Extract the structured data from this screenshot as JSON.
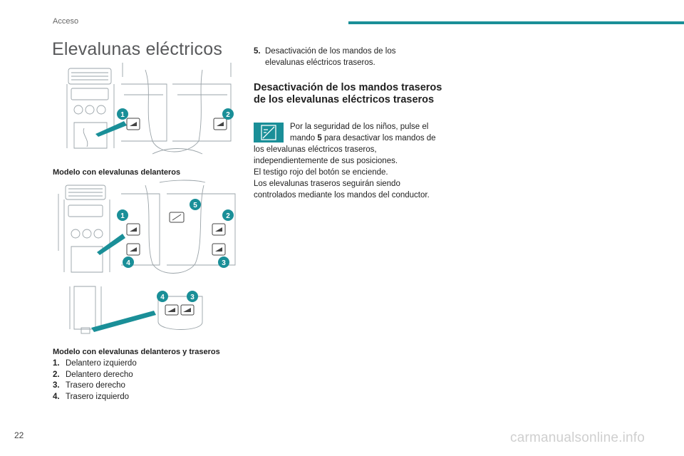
{
  "header": {
    "section": "Acceso"
  },
  "title": "Elevalunas eléctricos",
  "figures": {
    "front_caption": "Modelo con elevalunas delanteros",
    "front_rear_caption": "Modelo con elevalunas delanteros y traseros",
    "badges": [
      "1",
      "2",
      "3",
      "4",
      "5"
    ]
  },
  "legend": [
    {
      "num": "1.",
      "text": "Delantero izquierdo"
    },
    {
      "num": "2.",
      "text": "Delantero derecho"
    },
    {
      "num": "3.",
      "text": "Trasero derecho"
    },
    {
      "num": "4.",
      "text": "Trasero izquierdo"
    }
  ],
  "right": {
    "item5": {
      "num": "5.",
      "text": "Desactivación de los mandos de los elevalunas eléctricos traseros."
    },
    "subheading": "Desactivación de los mandos traseros de los elevalunas eléctricos traseros",
    "para": {
      "line1": "Por la seguridad de los niños, pulse el",
      "line2_pre": "mando ",
      "line2_bold": "5",
      "line2_post": " para desactivar los mandos de",
      "line3": "los elevalunas eléctricos traseros,",
      "line4": "independientemente de sus posiciones.",
      "line5": "El testigo rojo del botón se enciende.",
      "line6": "Los elevalunas traseros seguirán siendo",
      "line7": "controlados mediante los mandos del conductor."
    }
  },
  "footer": {
    "page_number": "22",
    "watermark": "carmanualsonline.info"
  },
  "colors": {
    "accent": "#1a8f98",
    "title": "#58595b",
    "line_art": "#9aa3a8"
  },
  "icons": [
    "child-lock-warning-icon",
    "window-switch-icon"
  ]
}
